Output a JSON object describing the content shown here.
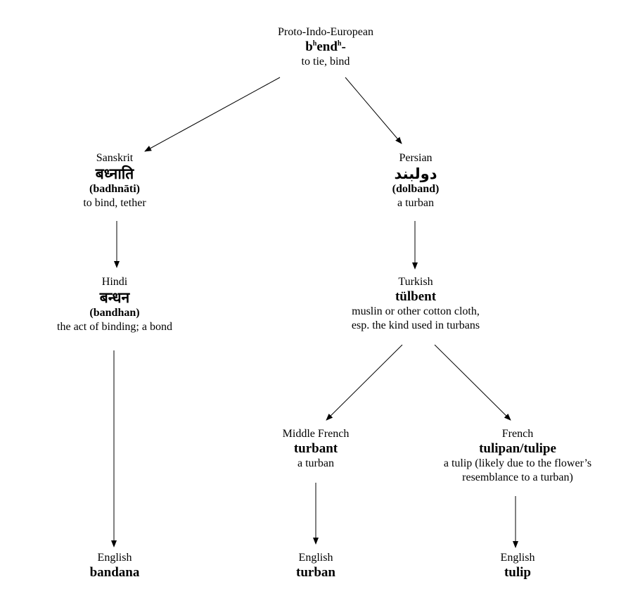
{
  "nodes": {
    "pie": {
      "language": "Proto-Indo-European",
      "word_base_1": "b",
      "word_sup_1": "h",
      "word_base_2": "end",
      "word_sup_2": "h",
      "word_suffix": "-",
      "gloss": "to tie, bind"
    },
    "sanskrit": {
      "language": "Sanskrit",
      "script": "बध्नाति",
      "transliteration": "(badhnāti)",
      "gloss": "to bind, tether"
    },
    "persian": {
      "language": "Persian",
      "script": "دولبند",
      "transliteration": "(dolband)",
      "gloss": "a turban"
    },
    "hindi": {
      "language": "Hindi",
      "script": "बन्धन",
      "transliteration": "(bandhan)",
      "gloss": "the act of binding; a bond"
    },
    "turkish": {
      "language": "Turkish",
      "word": "tülbent",
      "gloss_line_1": "muslin or other cotton cloth,",
      "gloss_line_2": "esp. the kind used in turbans"
    },
    "middle_french": {
      "language": "Middle French",
      "word": "turbant",
      "gloss": "a turban"
    },
    "french": {
      "language": "French",
      "word": "tulipan/tulipe",
      "gloss_line_1": "a tulip (likely due to the flower’s",
      "gloss_line_2": "resemblance to a turban)"
    },
    "english_bandana": {
      "language": "English",
      "word": "bandana"
    },
    "english_turban": {
      "language": "English",
      "word": "turban"
    },
    "english_tulip": {
      "language": "English",
      "word": "tulip"
    }
  }
}
